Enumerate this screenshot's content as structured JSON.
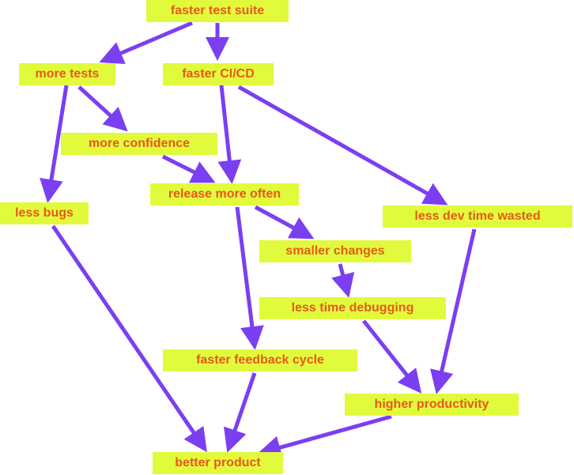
{
  "colors": {
    "node_fill": "#e2fa3c",
    "node_text": "#e65a1c",
    "arrow": "#7b3ff2"
  },
  "nodes": {
    "faster_test_suite": "faster test suite",
    "more_tests": "more tests",
    "faster_cicd": "faster CI/CD",
    "more_confidence": "more confidence",
    "release_more_often": "release more often",
    "less_bugs": "less bugs",
    "less_dev_time_wasted": "less dev time wasted",
    "smaller_changes": "smaller changes",
    "less_time_debugging": "less time debugging",
    "faster_feedback_cycle": "faster feedback cycle",
    "higher_productivity": "higher productivity",
    "better_product": "better product"
  },
  "edges": [
    [
      "faster_test_suite",
      "more_tests"
    ],
    [
      "faster_test_suite",
      "faster_cicd"
    ],
    [
      "more_tests",
      "less_bugs"
    ],
    [
      "more_tests",
      "more_confidence"
    ],
    [
      "faster_cicd",
      "release_more_often"
    ],
    [
      "faster_cicd",
      "less_dev_time_wasted"
    ],
    [
      "more_confidence",
      "release_more_often"
    ],
    [
      "release_more_often",
      "faster_feedback_cycle"
    ],
    [
      "release_more_often",
      "smaller_changes"
    ],
    [
      "smaller_changes",
      "less_time_debugging"
    ],
    [
      "less_bugs",
      "better_product"
    ],
    [
      "less_time_debugging",
      "higher_productivity"
    ],
    [
      "less_dev_time_wasted",
      "higher_productivity"
    ],
    [
      "faster_feedback_cycle",
      "better_product"
    ],
    [
      "higher_productivity",
      "better_product"
    ]
  ]
}
